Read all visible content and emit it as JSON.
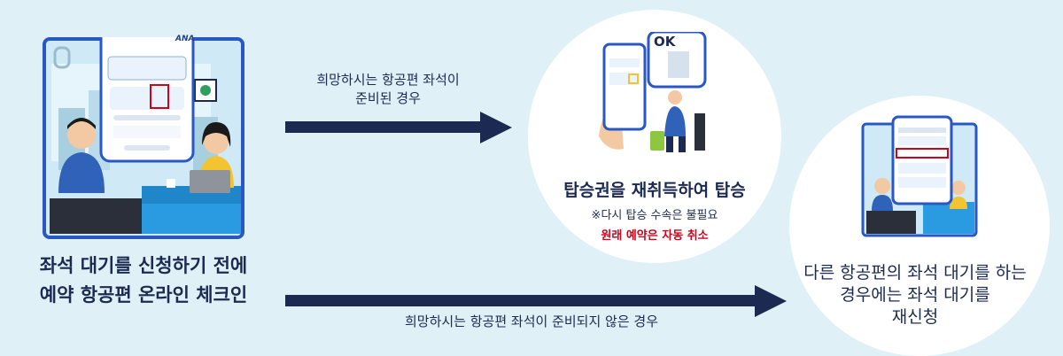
{
  "start": {
    "caption_line1": "좌석 대기를 신청하기 전에",
    "caption_line2": "예약 항공편 온라인 체크인",
    "phone_logo": "ANA"
  },
  "arrow_top": {
    "label_line1": "희망하시는 항공편 좌석이",
    "label_line2": "준비된 경우"
  },
  "arrow_bottom": {
    "label": "희망하시는 항공편 좌석이 준비되지 않은 경우"
  },
  "outcome_top": {
    "title": "탑승권을 재취득하여 탑승",
    "note": "※다시 탑승 수속은 불필요",
    "note_red": "원래 예약은 자동 취소",
    "bubble_text": "OK"
  },
  "outcome_bottom": {
    "line1": "다른 항공편의 좌석 대기를 하는",
    "line2": "경우에는 좌석 대기를",
    "line3": "재신청"
  },
  "colors": {
    "navy": "#1c2a52",
    "frame": "#2957c4",
    "red": "#d0021b",
    "bg": "#dff0f6"
  }
}
